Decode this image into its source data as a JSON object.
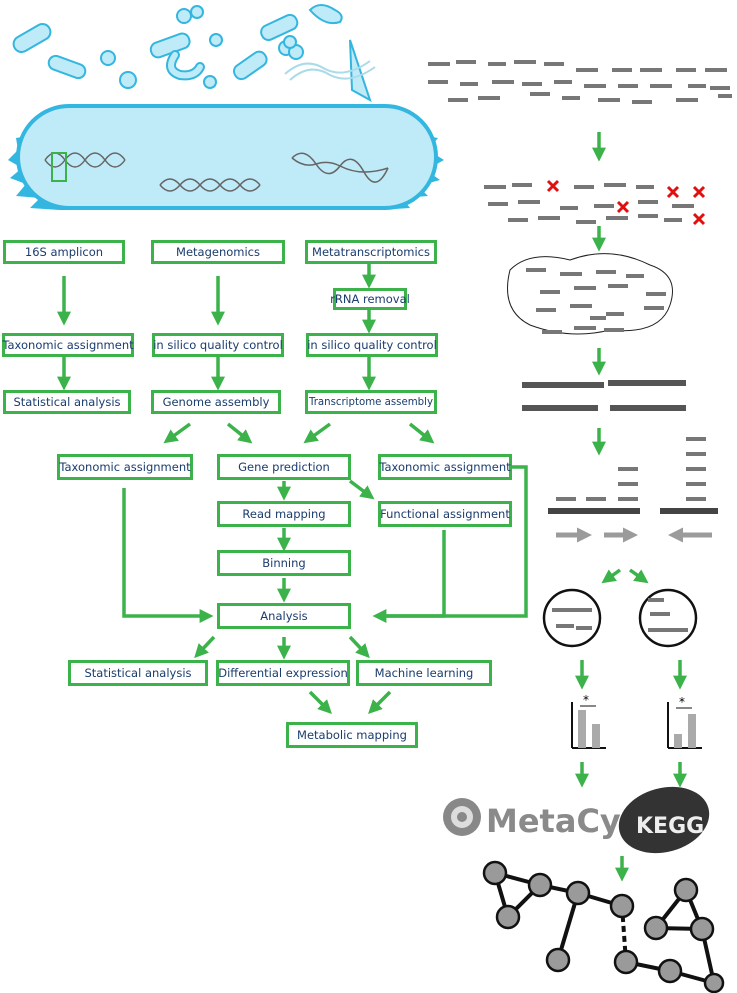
{
  "colors": {
    "accent": "#3cb34a",
    "text": "#1a3c6e",
    "bacteria": "#bfeaf7",
    "bacteria_stroke": "#33b6df",
    "node": "#9a9a9a"
  },
  "workflow": {
    "amplicon": {
      "header": "16S amplicon",
      "taxonomic_assignment": "Taxonomic assignment",
      "statistical_analysis": "Statistical analysis"
    },
    "metagenomics": {
      "header": "Metagenomics",
      "quality_control": "in silico quality control",
      "genome_assembly": "Genome assembly"
    },
    "metatranscriptomics": {
      "header": "Metatranscriptomics",
      "rrna_removal": "rRNA removal",
      "quality_control": "in silico quality control",
      "transcriptome_assembly": "Transcriptome assembly"
    },
    "downstream": {
      "taxonomic_assignment_left": "Taxonomic assignment",
      "gene_prediction": "Gene prediction",
      "taxonomic_assignment_right": "Taxonomic assignment",
      "read_mapping": "Read mapping",
      "functional_assignment": "Functional assignment",
      "binning": "Binning",
      "analysis": "Analysis",
      "statistical_analysis": "Statistical analysis",
      "differential_expression": "Differential expression",
      "machine_learning": "Machine learning",
      "metabolic_mapping": "Metabolic mapping"
    }
  },
  "logos": {
    "metacyc": "MetaCyc",
    "kegg": "KEGG"
  },
  "significance_mark": "*"
}
